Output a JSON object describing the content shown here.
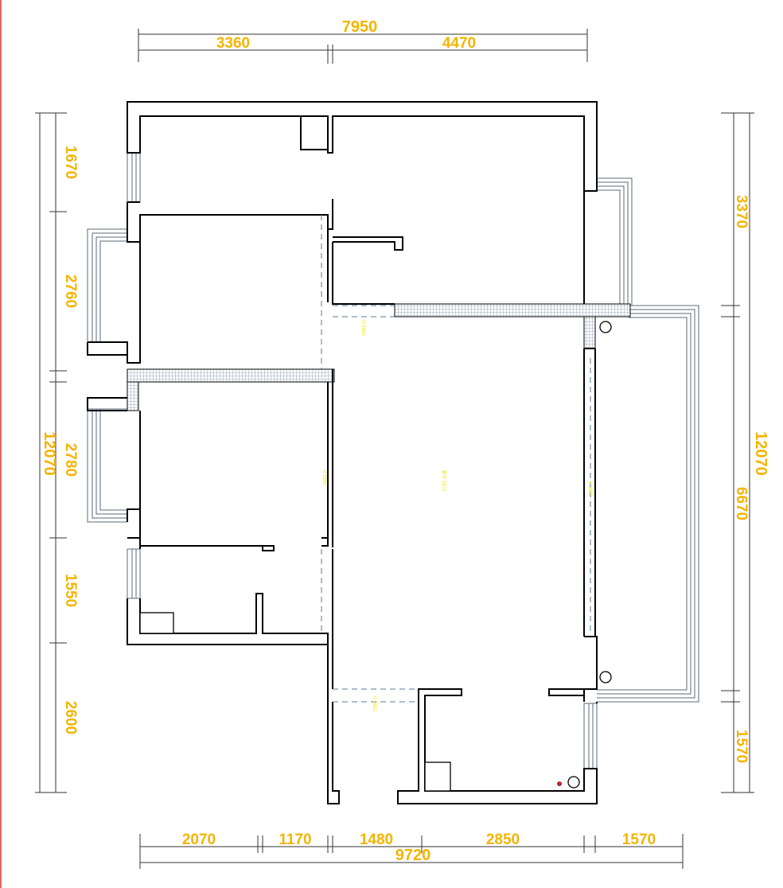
{
  "dimensions": {
    "top_total": "7950",
    "top_segments": [
      "3360",
      "4470"
    ],
    "left_total": "12070",
    "left_segments": [
      "1670",
      "2760",
      "2780",
      "1550",
      "2600"
    ],
    "right_total": "12070",
    "right_segments": [
      "3370",
      "6670",
      "1570"
    ],
    "bottom_total": "9720",
    "bottom_segments": [
      "2070",
      "1170",
      "1480",
      "2850",
      "1570"
    ]
  },
  "annotations": {
    "corridor_note": "H 2850",
    "living_note": "客厅 2970",
    "bedroom_note": "H 2850",
    "balcony_note": "H 2850",
    "kitchen_note": "H 2850"
  },
  "colors": {
    "dimension_text": "#f5b400",
    "annotation_text": "#f3e600",
    "walls": "#000000",
    "tile_hatch": "#7f93a8",
    "window_lines": "#5a6a78",
    "page_border": "#e06666",
    "drain_dot": "#d9201f"
  }
}
